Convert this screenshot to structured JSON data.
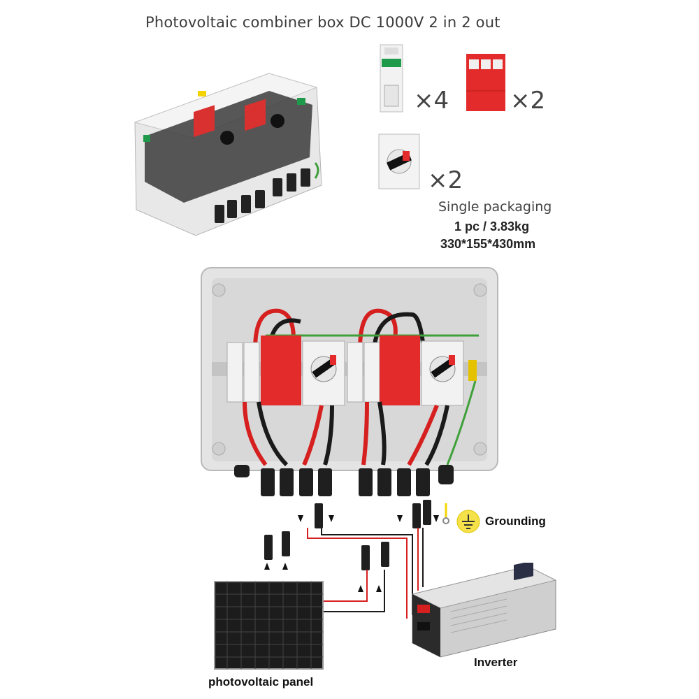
{
  "header": {
    "title": "Photovoltaic combiner box DC 1000V 2 in 2 out"
  },
  "components": [
    {
      "name": "fuse holder",
      "quantity": "×4"
    },
    {
      "name": "surge protector",
      "quantity": "×2"
    },
    {
      "name": "DC isolator switch",
      "quantity": "×2"
    }
  ],
  "packaging": {
    "heading": "Single packaging",
    "weight": "1 pc / 3.83kg",
    "dimensions": "330*155*430mm"
  },
  "labels": {
    "grounding": "Grounding",
    "inverter": "Inverter",
    "panel": "photovoltaic panel"
  },
  "colors": {
    "breaker_red": "#e32b2b",
    "wire_red": "#d62020",
    "wire_black": "#1a1a1a",
    "ground_green": "#3fa03a",
    "ground_yellow": "#f3d400",
    "box_grey": "#dcdcdc",
    "accent_green": "#1f9a4a"
  }
}
